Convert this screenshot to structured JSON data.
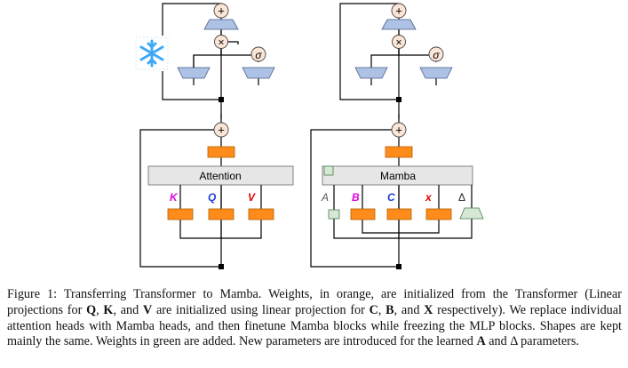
{
  "left_block": {
    "attention_label": "Attention",
    "sigma_label": "σ",
    "plus_label": "+",
    "times_label": "×",
    "heads": [
      "K",
      "Q",
      "V"
    ]
  },
  "right_block": {
    "mamba_label": "Mamba",
    "sigma_label": "σ",
    "plus_label": "+",
    "times_label": "×",
    "heads": [
      "A",
      "B",
      "C",
      "x",
      "Δ"
    ]
  },
  "colors": {
    "orange": "#ff8c1a",
    "green": "#d5e8d4",
    "blue": "#aec2e6",
    "gray_box": "#e6e6e6",
    "op_circle": "#fbe5d6",
    "head_magenta": "#e000e0",
    "head_blue": "#1f3fd6",
    "head_red": "#e00000",
    "head_gray": "#555555"
  },
  "caption": {
    "s1": "Figure 1: Transferring Transformer to Mamba. Weights, in orange, are initialized from the Transformer (Linear projections for ",
    "q": "Q",
    "s2": ", ",
    "k": "K",
    "s3": ", and ",
    "v": "V",
    "s4": " are initialized using linear projection for ",
    "c": "C",
    "s5": ", ",
    "b": "B",
    "s6": ", and ",
    "x": "X",
    "s7": " respectively). We replace individual attention heads with Mamba heads, and then finetune Mamba blocks while freezing the MLP blocks. Shapes are kept mainly the same. Weights in green are added. New parameters are introduced for the learned ",
    "a": "A",
    "s8": " and ",
    "delta": "Δ",
    "s9": " parameters."
  }
}
